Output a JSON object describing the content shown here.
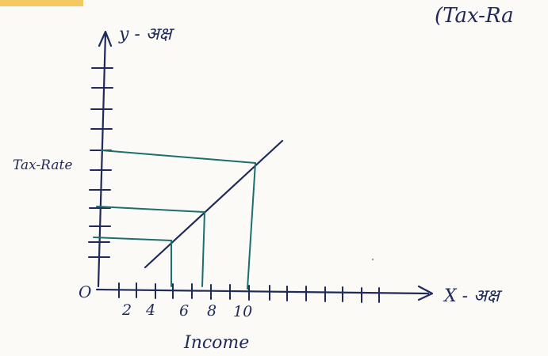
{
  "header": {
    "corner_text": "(Tax-Ra"
  },
  "diagram": {
    "y_axis_label": "y - अक्ष",
    "x_axis_label": "X - अक्ष",
    "x_axis_title": "Income",
    "y_tick_label": "Tax-Rate",
    "origin_label": "O",
    "x_tick_labels": [
      "2",
      "4",
      "6",
      "8",
      "10"
    ]
  },
  "colors": {
    "ink": "#1f2a5a",
    "guide": "#1c6f6a",
    "highlight": "#f2c04a",
    "paper": "#fbfaf6"
  }
}
